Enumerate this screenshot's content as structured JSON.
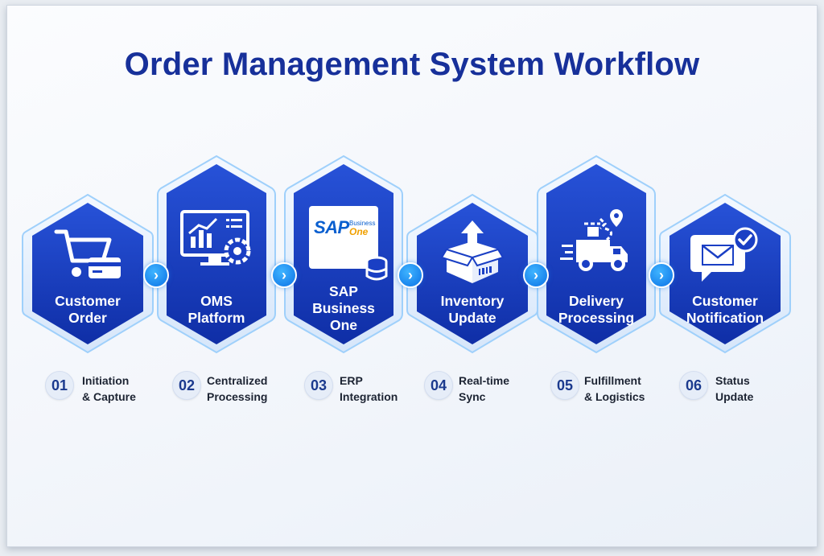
{
  "title": "Order Management System Workflow",
  "steps": [
    {
      "label_line1": "Customer",
      "label_line2": "Order",
      "label_line3": "",
      "number": "01",
      "caption_line1": "Initiation",
      "caption_line2": "& Capture",
      "icon": "shopping-cart-credit-card-icon"
    },
    {
      "label_line1": "OMS",
      "label_line2": "Platform",
      "label_line3": "",
      "number": "02",
      "caption_line1": "Centralized",
      "caption_line2": "Processing",
      "icon": "monitor-chart-gear-icon"
    },
    {
      "label_line1": "SAP",
      "label_line2": "Business",
      "label_line3": "One",
      "number": "03",
      "caption_line1": "ERP",
      "caption_line2": "Integration",
      "icon": "sap-logo-database-icon"
    },
    {
      "label_line1": "Inventory",
      "label_line2": "Update",
      "label_line3": "",
      "number": "04",
      "caption_line1": "Real-time",
      "caption_line2": "Sync",
      "icon": "box-upload-icon"
    },
    {
      "label_line1": "Delivery",
      "label_line2": "Processing",
      "label_line3": "",
      "number": "05",
      "caption_line1": "Fulfillment",
      "caption_line2": "& Logistics",
      "icon": "delivery-truck-route-icon"
    },
    {
      "label_line1": "Customer",
      "label_line2": "Notification",
      "label_line3": "",
      "number": "06",
      "caption_line1": "Status",
      "caption_line2": "Update",
      "icon": "envelope-chat-check-icon"
    }
  ],
  "sap_logo": {
    "word": "SAP",
    "small": "Business",
    "one": "One"
  },
  "connector_glyph": "›",
  "colors": {
    "title": "#17309a",
    "hex_fill": "#1a3fc4",
    "hex_fill_dark": "#0f2ea6",
    "hex_outer": "#dbe9fb",
    "connector": "#1285ee"
  }
}
